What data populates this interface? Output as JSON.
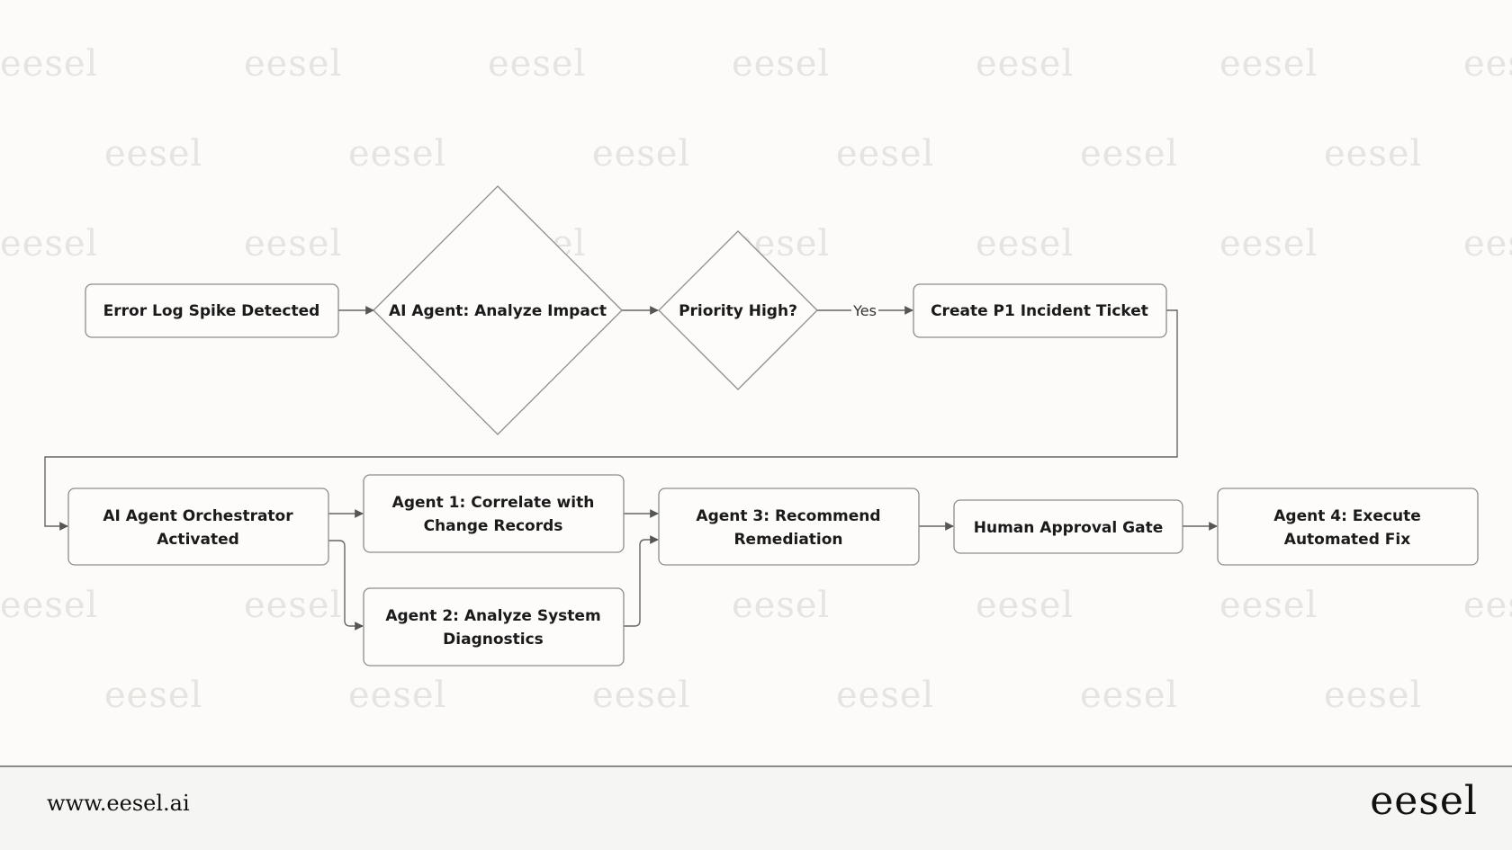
{
  "watermark": "eesel",
  "diagram": {
    "nodes": {
      "error_log": "Error Log Spike Detected",
      "analyze_impact": "AI Agent: Analyze Impact",
      "priority": "Priority High?",
      "p1_ticket": "Create P1 Incident Ticket",
      "orchestrator": [
        "AI Agent Orchestrator",
        "Activated"
      ],
      "agent1": [
        "Agent 1: Correlate with",
        "Change Records"
      ],
      "agent2": [
        "Agent 2: Analyze System",
        "Diagnostics"
      ],
      "agent3": [
        "Agent 3: Recommend",
        "Remediation"
      ],
      "approval": "Human Approval Gate",
      "agent4": [
        "Agent 4: Execute",
        "Automated Fix"
      ]
    },
    "edge_labels": {
      "priority_yes": "Yes"
    }
  },
  "footer": {
    "url": "www.eesel.ai",
    "logo": "eesel"
  }
}
